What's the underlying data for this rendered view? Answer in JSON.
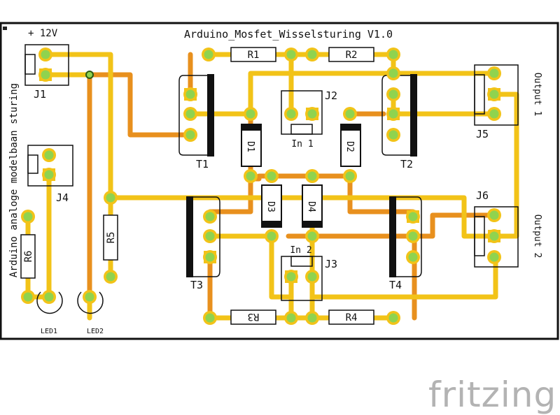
{
  "board": {
    "title": "Arduino_Mosfet_Wisselsturing V1.0",
    "power_label": "+ 12V",
    "side_label": "Arduino analoge modelbaan sturing",
    "output1_label": "Output 1",
    "output2_label": "Output 2"
  },
  "parts": {
    "J1": "J1",
    "J2": "J2",
    "J3": "J3",
    "J4": "J4",
    "J5": "J5",
    "J6": "J6",
    "T1": "T1",
    "T2": "T2",
    "T3": "T3",
    "T4": "T4",
    "R1": "R1",
    "R2": "R2",
    "R3": "R3",
    "R4": "R4",
    "R5": "R5",
    "R6": "R6",
    "D1": "D1",
    "D2": "D2",
    "D3": "D3",
    "D4": "D4",
    "LED1": "LED1",
    "LED2": "LED2",
    "in1": "In 1",
    "in2": "In 2"
  },
  "watermark": "fritzing",
  "colors": {
    "trace_top": "#f2c318",
    "trace_bottom": "#e8901e",
    "pad": "#f2c318",
    "pad_center": "#8fd34f",
    "silk": "#111111"
  }
}
